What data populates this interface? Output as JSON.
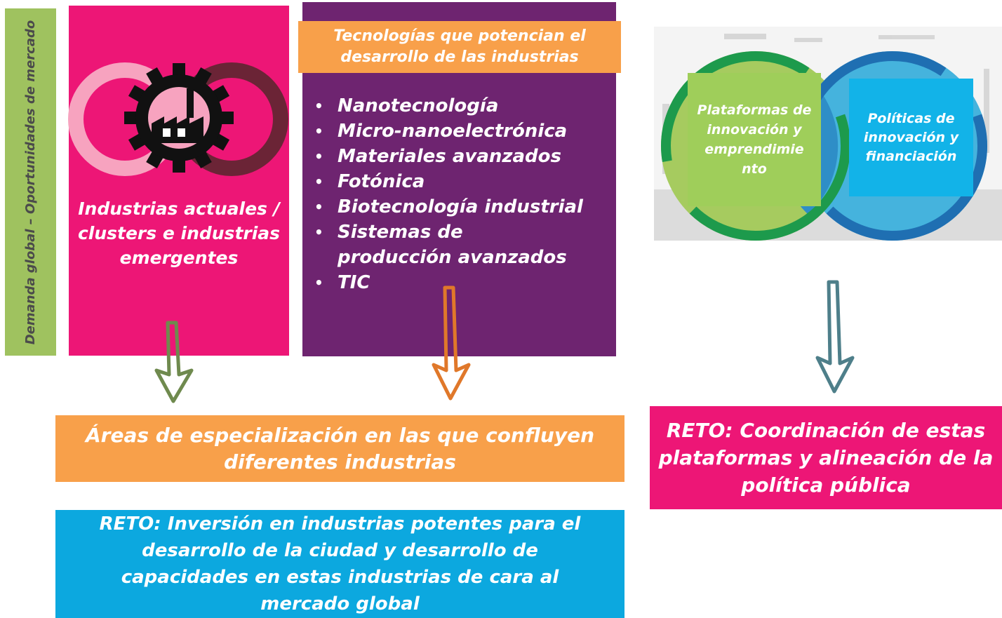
{
  "side_label": "Demanda global – Oportunidades de mercado",
  "industries": {
    "label": "Industrias actuales / clusters e industrias emergentes"
  },
  "technologies": {
    "title": "Tecnologías que potencian el desarrollo de las industrias",
    "items": [
      "Nanotecnología",
      "Micro-nanoelectrónica",
      "Materiales avanzados",
      "Fotónica",
      "Biotecnología industrial",
      "Sistemas de producción avanzados",
      "TIC"
    ]
  },
  "platforms": {
    "left_label": "Plataformas de innovación y emprendimie nto",
    "right_label": "Políticas de innovación y financiación"
  },
  "areas": "Áreas de especialización en las que confluyen diferentes industrias",
  "reto_investment": "RETO: Inversión en industrias potentes para el desarrollo de la ciudad y desarrollo de capacidades en estas industrias de cara al mercado global",
  "reto_coordination": "RETO: Coordinación de estas plataformas y alineación de la política pública",
  "colors": {
    "pink": "#ed1676",
    "purple": "#6e2470",
    "orange": "#f8a04a",
    "green": "#9fc25f",
    "blue": "#0ca8df",
    "arrow_green": "#6f8a4e",
    "arrow_orange": "#e0782a",
    "arrow_teal": "#4e7f8a"
  }
}
